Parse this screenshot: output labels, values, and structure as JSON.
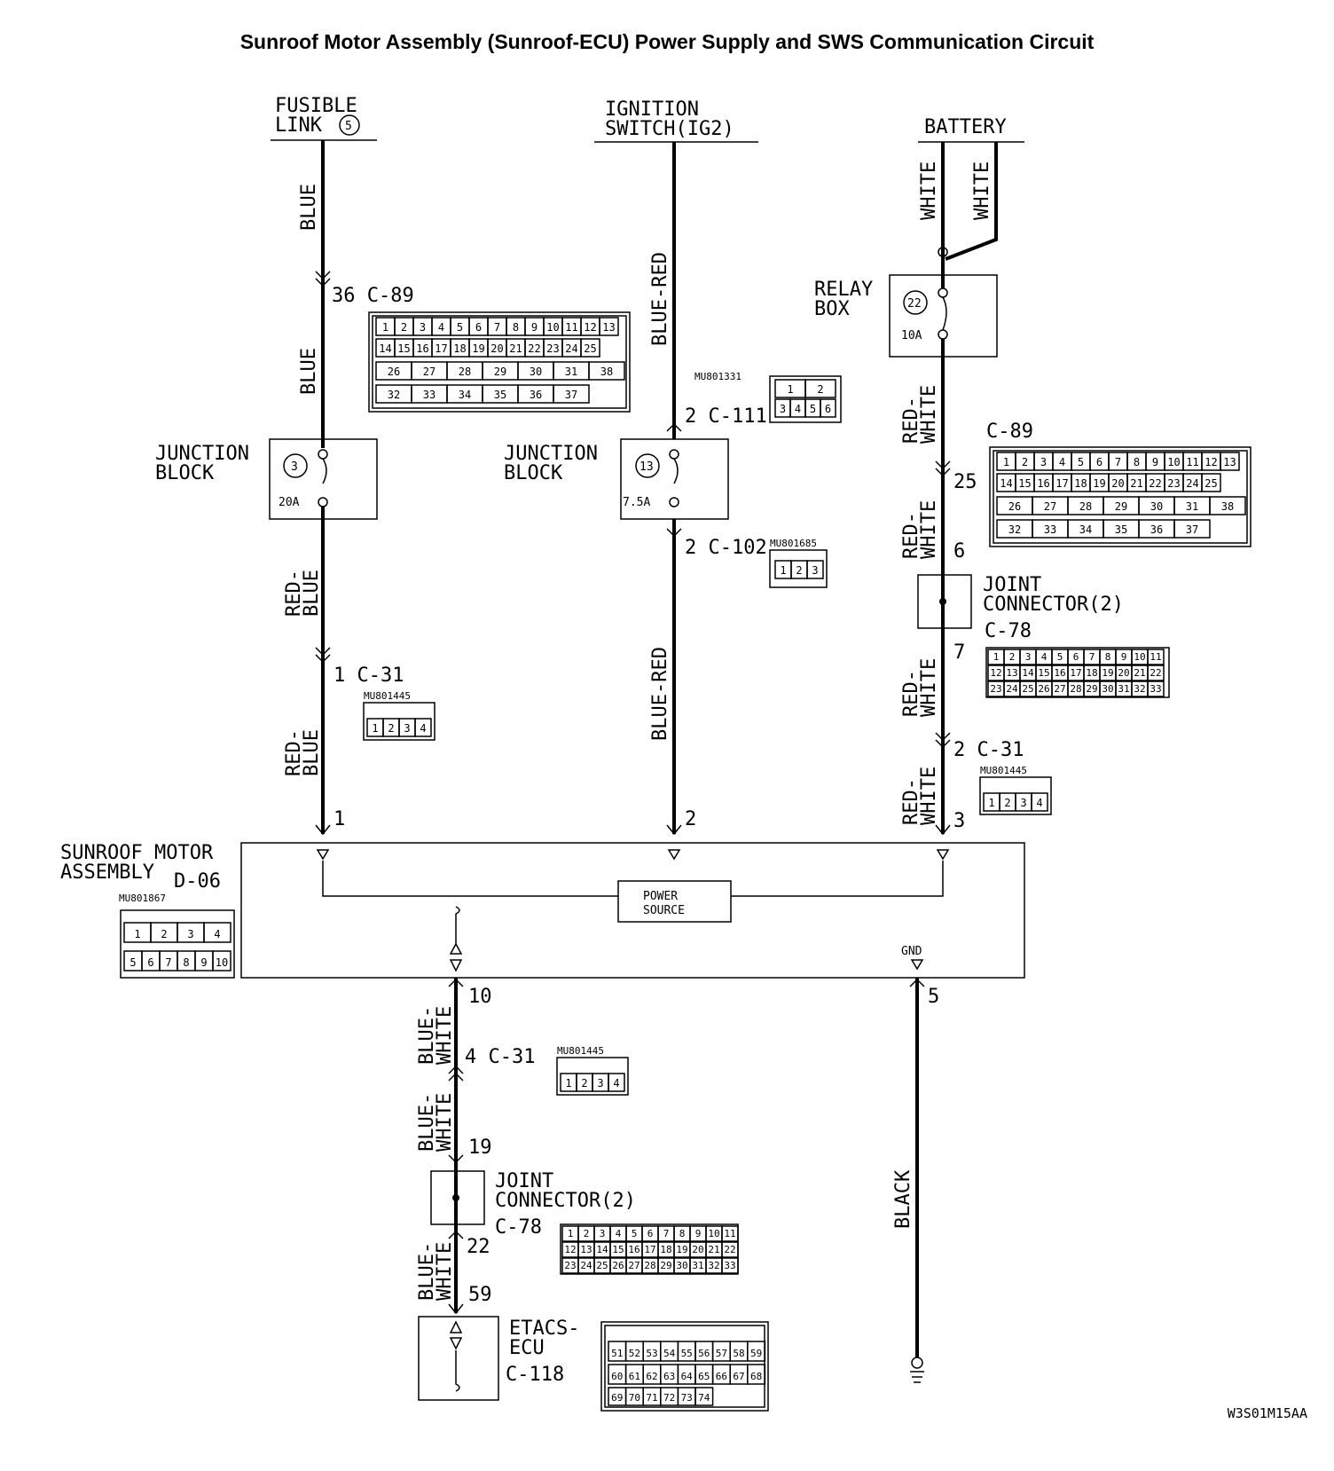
{
  "title": "Sunroof Motor Assembly (Sunroof-ECU) Power Supply and SWS Communication Circuit",
  "figure_code": "W3S01M15AA",
  "sources": {
    "fusible_link": [
      "FUSIBLE",
      "LINK"
    ],
    "fusible_link_no": "5",
    "ignition_switch": [
      "IGNITION",
      "SWITCH(IG2)"
    ],
    "battery": "BATTERY"
  },
  "wires": {
    "blue": "BLUE",
    "blue_red": "BLUE-RED",
    "white": "WHITE",
    "red_blue": [
      "RED-",
      "BLUE"
    ],
    "red_white": [
      "RED-",
      "WHITE"
    ],
    "blue_white": [
      "BLUE-",
      "WHITE"
    ],
    "black": "BLACK"
  },
  "relay_box": {
    "label": [
      "RELAY",
      "BOX"
    ],
    "fuse_no": "22",
    "rating": "10A"
  },
  "junction_block_1": {
    "label": [
      "JUNCTION",
      "BLOCK"
    ],
    "fuse_no": "3",
    "rating": "20A"
  },
  "junction_block_2": {
    "label": [
      "JUNCTION",
      "BLOCK"
    ],
    "fuse_no": "13",
    "rating": "7.5A"
  },
  "connectors": {
    "c89_a": "36 C-89",
    "c111": "2 C-111",
    "c102": "2 C-102",
    "c31_a": "1 C-31",
    "c89_b": "C-89",
    "pin25": "25",
    "pin6": "6",
    "jc_right": [
      "JOINT",
      "CONNECTOR(2)",
      "C-78"
    ],
    "pin7": "7",
    "c31_b": "2 C-31",
    "pin3": "3",
    "pin1": "1",
    "pin2": "2",
    "pin10": "10",
    "c31_c": "4 C-31",
    "pin19": "19",
    "jc_bottom": [
      "JOINT",
      "CONNECTOR(2)",
      "C-78"
    ],
    "pin22": "22",
    "pin59": "59",
    "pin5": "5",
    "etacs": [
      "ETACS-",
      "ECU",
      "C-118"
    ]
  },
  "part_numbers": {
    "mu801331": "MU801331",
    "mu801685": "MU801685",
    "mu801445_a": "MU801445",
    "mu801445_b": "MU801445",
    "mu801445_c": "MU801445",
    "mu801867": "MU801867"
  },
  "sunroof_motor": {
    "label": [
      "SUNROOF MOTOR",
      "ASSEMBLY",
      "D-06"
    ],
    "power_source": [
      "POWER",
      "SOURCE"
    ],
    "gnd": "GND"
  },
  "pinouts": {
    "c89_row1": [
      "1",
      "2",
      "3",
      "4",
      "5",
      "6",
      "7",
      "8",
      "9",
      "10",
      "11",
      "12",
      "13"
    ],
    "c89_row2": [
      "14",
      "15",
      "16",
      "17",
      "18",
      "19",
      "20",
      "21",
      "22",
      "23",
      "24",
      "25"
    ],
    "c89_row3": [
      "26",
      "27",
      "28",
      "29",
      "30",
      "31",
      "38"
    ],
    "c89_row4": [
      "32",
      "33",
      "34",
      "35",
      "36",
      "37"
    ],
    "mu801331_row1": [
      "1",
      "2"
    ],
    "mu801331_row2": [
      "3",
      "4",
      "5",
      "6"
    ],
    "mu801685": [
      "1",
      "2",
      "3"
    ],
    "mu801445": [
      "1",
      "2",
      "3",
      "4"
    ],
    "c78_row1": [
      "1",
      "2",
      "3",
      "4",
      "5",
      "6",
      "7",
      "8",
      "9",
      "10",
      "11"
    ],
    "c78_row2": [
      "12",
      "13",
      "14",
      "15",
      "16",
      "17",
      "18",
      "19",
      "20",
      "21",
      "22"
    ],
    "c78_row3": [
      "23",
      "24",
      "25",
      "26",
      "27",
      "28",
      "29",
      "30",
      "31",
      "32",
      "33"
    ],
    "mu801867_row1": [
      "1",
      "2",
      "3",
      "4"
    ],
    "mu801867_row2": [
      "5",
      "6",
      "7",
      "8",
      "9",
      "10"
    ],
    "etacs_row1": [
      "51",
      "52",
      "53",
      "54",
      "55",
      "56",
      "57",
      "58",
      "59"
    ],
    "etacs_row2": [
      "60",
      "61",
      "62",
      "63",
      "64",
      "65",
      "66",
      "67",
      "68"
    ],
    "etacs_row3": [
      "69",
      "70",
      "71",
      "72",
      "73",
      "74"
    ]
  }
}
